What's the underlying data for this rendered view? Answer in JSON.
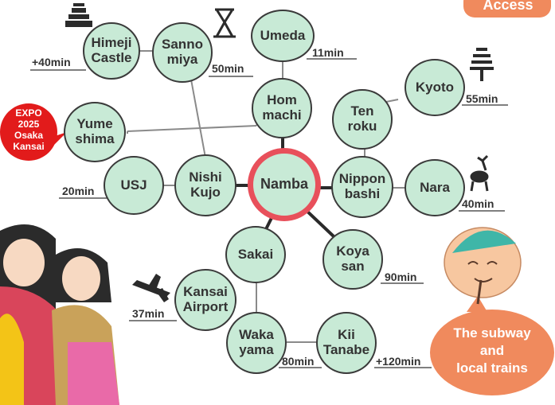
{
  "header": {
    "access_label": "Access"
  },
  "expo_badge": {
    "line1": "EXPO",
    "line2": "2025",
    "line3": "Osaka",
    "line4": "Kansai"
  },
  "stations": {
    "namba": "Namba",
    "himeji": "Himeji\nCastle",
    "sannomiya": "Sanno\nmiya",
    "umeda": "Umeda",
    "hommachi": "Hom\nmachi",
    "kyoto": "Kyoto",
    "tenroku": "Ten\nroku",
    "yumeshima": "Yume\nshima",
    "usj": "USJ",
    "nishikujo": "Nishi\nKujo",
    "nipponbashi": "Nippon\nbashi",
    "nara": "Nara",
    "sakai": "Sakai",
    "koyasan": "Koya\nsan",
    "kansai_airport": "Kansai\nAirport",
    "wakayama": "Waka\nyama",
    "kii_tanabe": "Kii\nTanabe"
  },
  "durations": {
    "himeji": "+40min",
    "sannomiya": "50min",
    "umeda": "11min",
    "kyoto": "55min",
    "usj": "20min",
    "nara": "40min",
    "koyasan": "90min",
    "kansai_airport": "37min",
    "wakayama": "80min",
    "kii_tanabe": "+120min"
  },
  "speech_bubble": {
    "text": "The subway\nand\nlocal trains"
  },
  "icons": [
    "castle-icon",
    "tower-icon",
    "pagoda-icon",
    "deer-icon",
    "airplane-icon"
  ],
  "colors": {
    "accent": "#e8505b",
    "node_fill": "#c8ead6",
    "bubble": "#f08a5d"
  }
}
